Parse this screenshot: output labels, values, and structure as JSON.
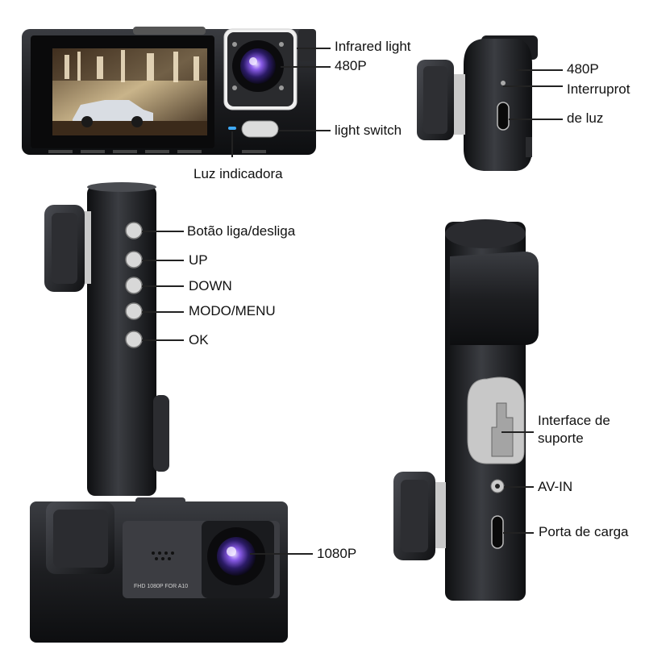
{
  "labels": {
    "infrared_light": "Infrared light",
    "res_480p_top": "480P",
    "light_switch": "light switch",
    "luz_indicadora": "Luz indicadora",
    "res_480p_side": "480P",
    "interruprot": "Interruprot",
    "de_luz": "de luz",
    "botao_liga": "Botão liga/desliga",
    "up": "UP",
    "down": "DOWN",
    "modo_menu": "MODO/MENU",
    "ok": "OK",
    "interface_line1": "Interface de",
    "interface_line2": "suporte",
    "av_in": "AV-IN",
    "porta_carga": "Porta de carga",
    "res_1080p": "1080P",
    "lens_text": "FHD 1080P FOR A10"
  },
  "colors": {
    "body_dark": "#1c1d20",
    "body_mid": "#3a3b40",
    "lens_purple": "#6a3cc8",
    "indicator_blue": "#3fa9f5"
  }
}
